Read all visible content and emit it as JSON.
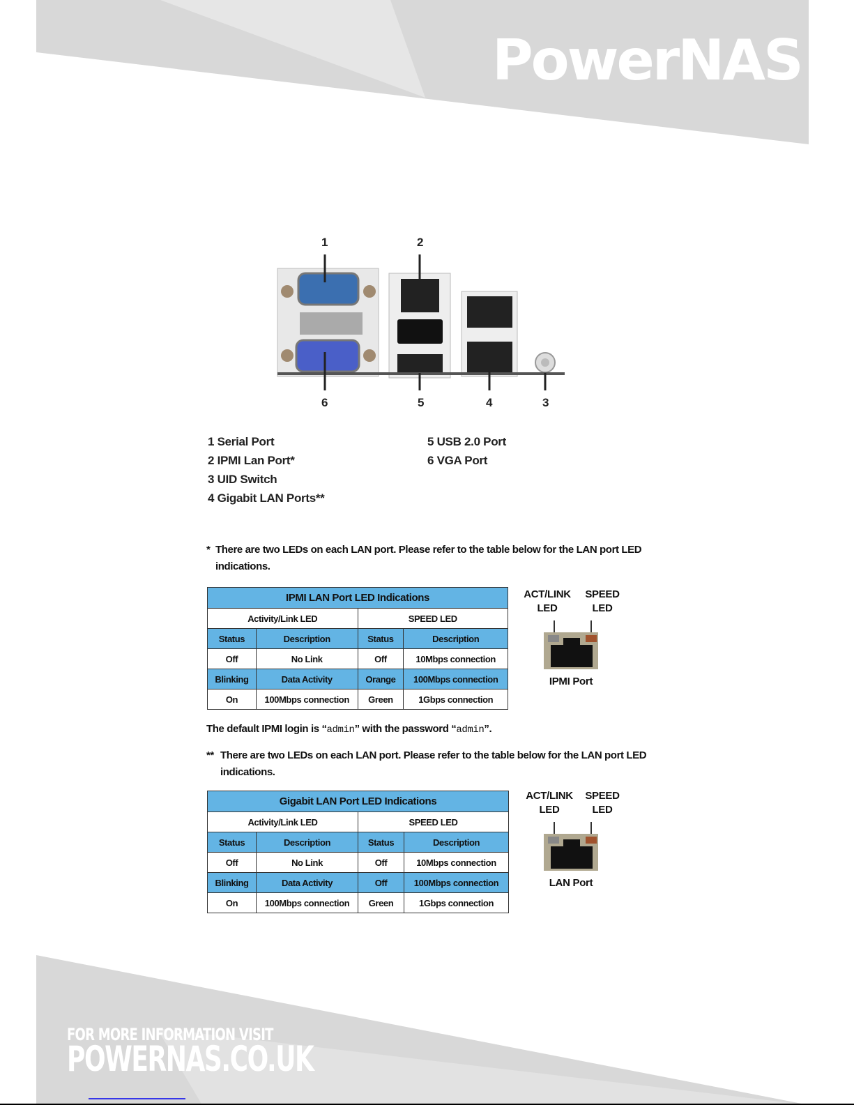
{
  "brand": {
    "logo": "PowerNAS"
  },
  "diagram": {
    "numbers_top": [
      "1",
      "2"
    ],
    "numbers_bottom": [
      "6",
      "5",
      "4",
      "3"
    ]
  },
  "legend": {
    "left": [
      "1  Serial Port",
      "2  IPMI Lan Port*",
      "3  UID Switch",
      "4  Gigabit LAN Ports**"
    ],
    "right": [
      "5  USB 2.0 Port",
      "6  VGA Port"
    ]
  },
  "note1": {
    "marker": "*",
    "text": "There are two LEDs on each LAN port.  Please refer to the table below for the LAN port LED indications."
  },
  "ipmi_table": {
    "title": "IPMI LAN Port LED Indications",
    "groups": [
      "Activity/Link LED",
      "SPEED LED"
    ],
    "headers": [
      "Status",
      "Description",
      "Status",
      "Description"
    ],
    "rows": [
      [
        "Off",
        "No Link",
        "Off",
        "10Mbps connection"
      ],
      [
        "Blinking",
        "Data Activity",
        "Orange",
        "100Mbps connection"
      ],
      [
        "On",
        "100Mbps connection",
        "Green",
        "1Gbps connection"
      ]
    ]
  },
  "ipmi_port": {
    "act_label": "ACT/LINK",
    "act_label2": "LED",
    "speed_label": "SPEED",
    "speed_label2": "LED",
    "caption": "IPMI Port"
  },
  "login": {
    "prefix": "The default IPMI login is “",
    "user": "admin",
    "mid": "” with the password “",
    "pass": "admin",
    "suffix": "”."
  },
  "note2": {
    "marker": "**",
    "text": "There are two LEDs on each LAN port.  Please refer to the table below for the LAN port LED indications."
  },
  "lan_table": {
    "title": "Gigabit LAN Port LED Indications",
    "groups": [
      "Activity/Link LED",
      "SPEED LED"
    ],
    "headers": [
      "Status",
      "Description",
      "Status",
      "Description"
    ],
    "rows": [
      [
        "Off",
        "No Link",
        "Off",
        "10Mbps connection"
      ],
      [
        "Blinking",
        "Data Activity",
        "Off",
        "100Mbps connection"
      ],
      [
        "On",
        "100Mbps connection",
        "Green",
        "1Gbps connection"
      ]
    ]
  },
  "lan_port": {
    "act_label": "ACT/LINK",
    "act_label2": "LED",
    "speed_label": "SPEED",
    "speed_label2": "LED",
    "caption": "LAN Port"
  },
  "footer": {
    "line1": "FOR MORE INFORMATION VISIT",
    "line2": "POWERNAS.CO.UK"
  },
  "colors": {
    "table_header": "#63b4e4",
    "band": "#d9d9d9"
  }
}
